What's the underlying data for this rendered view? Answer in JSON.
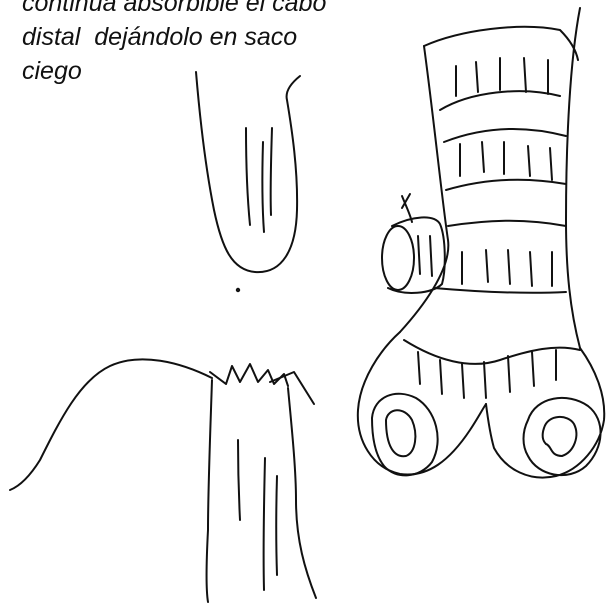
{
  "caption": {
    "line1": "continua absorbible el cabo",
    "line2": "distal  dejándolo en saco",
    "line3": "ciego"
  },
  "colors": {
    "ink": "#111111",
    "paper": "#ffffff"
  }
}
